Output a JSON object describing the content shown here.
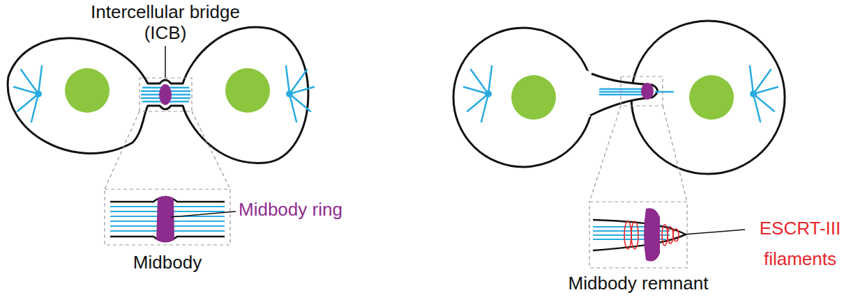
{
  "diagram": {
    "labels": [
      "Intercellular bridge (ICB)",
      "Midbody ring",
      "Midbody",
      "ESCRT-III filaments",
      "Midbody remnant"
    ]
  }
}
